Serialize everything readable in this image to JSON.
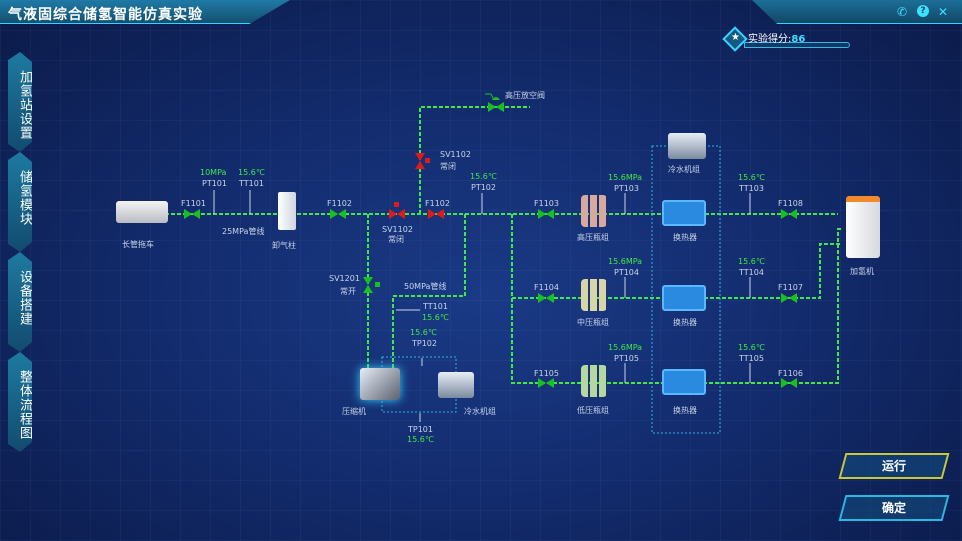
{
  "app": {
    "title": "气液固综合储氢智能仿真实验"
  },
  "topbar": {
    "icons": [
      "phone-icon",
      "help-icon",
      "close-icon"
    ]
  },
  "score": {
    "label": "实验得分:",
    "value": "86"
  },
  "sidebar": {
    "items": [
      {
        "label": "加氢站设置",
        "active": false
      },
      {
        "label": "储氢模块",
        "active": false
      },
      {
        "label": "设备搭建",
        "active": false
      },
      {
        "label": "整体流程图",
        "active": true
      }
    ]
  },
  "diagram": {
    "equipment": {
      "tube_trailer": "长管拖车",
      "dispenser_post": "卸气柱",
      "compressor": "压缩机",
      "chiller_bottom": "冷水机组",
      "chiller_top": "冷水机组",
      "hp_bank": "高压瓶组",
      "mp_bank": "中压瓶组",
      "lp_bank": "低压瓶组",
      "hx1": "换热器",
      "hx2": "换热器",
      "hx3": "换热器",
      "dispenser": "加氢机"
    },
    "valves": {
      "F1101": "F1101",
      "F1102a": "F1102",
      "F1102b": "F1102",
      "F1103": "F1103",
      "F1104": "F1104",
      "F1105": "F1105",
      "F1106": "F1106",
      "F1107": "F1107",
      "F1108": "F1108"
    },
    "solenoids": {
      "sv1102_top": {
        "tag": "SV1102",
        "state": "常闭"
      },
      "sv1102_main": {
        "tag": "SV1102",
        "state": "常闭"
      },
      "sv1201": {
        "tag": "SV1201",
        "state": "常开"
      },
      "vent": {
        "label": "高压放空阀"
      }
    },
    "pipelines": {
      "p25": "25MPa管线",
      "p50": "50MPa管线"
    },
    "sensors": {
      "PT101": {
        "tag": "PT101",
        "value": "10MPa"
      },
      "TT101a": {
        "tag": "TT101",
        "value": "15.6℃"
      },
      "PT102": {
        "tag": "PT102",
        "value": "15.6℃"
      },
      "TT101b": {
        "tag": "TT101",
        "value": "15.6℃"
      },
      "TP102": {
        "tag": "TP102",
        "value": "15.6℃"
      },
      "TP101": {
        "tag": "TP101",
        "value": "15.6℃"
      },
      "PT103": {
        "tag": "PT103",
        "value": "15.6MPa"
      },
      "PT104": {
        "tag": "PT104",
        "value": "15.6MPa"
      },
      "PT105": {
        "tag": "PT105",
        "value": "15.6MPa"
      },
      "TT103": {
        "tag": "TT103",
        "value": "15.6℃"
      },
      "TT104": {
        "tag": "TT104",
        "value": "15.6℃"
      },
      "TT105": {
        "tag": "TT105",
        "value": "15.6℃"
      }
    }
  },
  "buttons": {
    "run": "运行",
    "confirm": "确定"
  },
  "colors": {
    "pipe": "#3ee84a",
    "valve_open": "#18c020",
    "valve_closed": "#e01a1a",
    "accent": "#3ee0ff",
    "run_border": "#c8c83a",
    "confirm_border": "#2ab8e0"
  }
}
